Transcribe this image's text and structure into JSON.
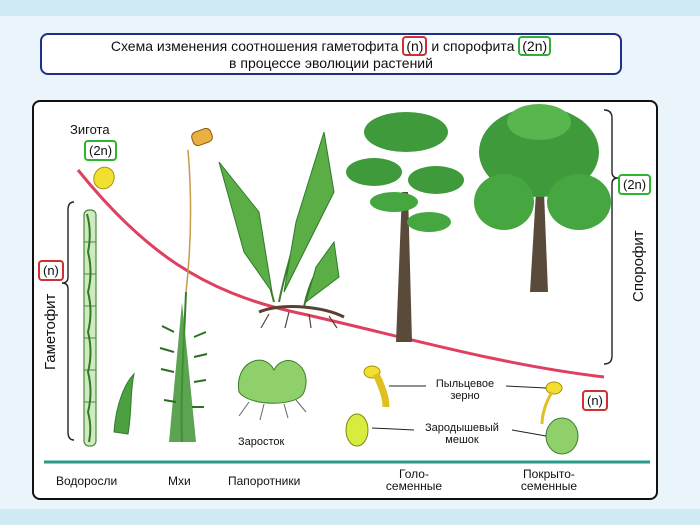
{
  "title": {
    "line1_pre": "Схема изменения соотношения гаметофита ",
    "gametophyte_ploidy": "(n)",
    "line1_mid": " и спорофита ",
    "sporophyte_ploidy": "(2n)",
    "line2": "в процессе эволюции растений"
  },
  "zygote": {
    "label": "Зигота",
    "ploidy": "(2n)"
  },
  "gametophyte": {
    "label": "Гаметофит",
    "ploidy": "(n)"
  },
  "sporophyte": {
    "label": "Спорофит",
    "ploidy": "(2n)"
  },
  "seed_plant_gametophyte_ploidy": "(n)",
  "annotations": {
    "prothallus": "Заросток",
    "pollen_grain_line1": "Пыльцевое",
    "pollen_grain_line2": "зерно",
    "embryo_sac_line1": "Зародышевый",
    "embryo_sac_line2": "мешок"
  },
  "groups": {
    "algae": "Водоросли",
    "mosses": "Мхи",
    "ferns": "Папоротники",
    "gymnosperms_line1": "Голо-",
    "gymnosperms_line2": "семенные",
    "angiosperms_line1": "Покрыто-",
    "angiosperms_line2": "семенные"
  },
  "colors": {
    "curve": "#e04060",
    "baseline": "#2a9a8a",
    "gametophyte_box": "#d03030",
    "sporophyte_box": "#2db52d",
    "title_border": "#1f2f8a"
  }
}
